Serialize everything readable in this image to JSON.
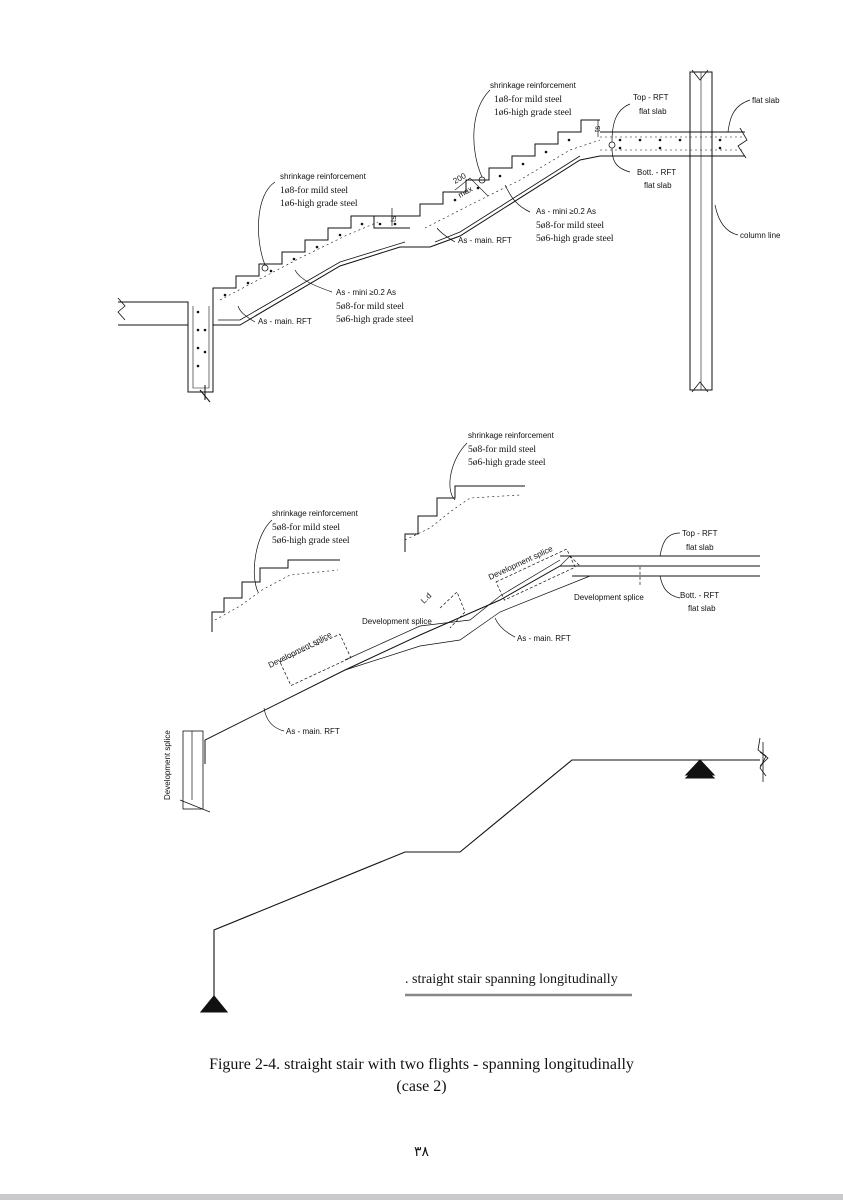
{
  "diagram1": {
    "shrinkage_top": [
      "shrinkage reinforcement",
      "1ø8-for mild steel",
      "1ø6-high grade steel"
    ],
    "shrinkage_left": [
      "shrinkage reinforcement",
      "1ø8-for mild steel",
      "1ø6-high grade steel"
    ],
    "top_rft": [
      "Top - RFT",
      "flat slab"
    ],
    "bott_rft": [
      "Bott. - RFT",
      "flat slab"
    ],
    "flat_slab": "flat slab",
    "column_line": "column line",
    "as_mini_upper": [
      "As - mini ≥0.2 As",
      "5ø8-for mild steel",
      "5ø6-high grade steel"
    ],
    "as_mini_lower": [
      "As - mini ≥0.2 As",
      "5ø8-for mild steel",
      "5ø6-high grade steel"
    ],
    "as_main_upper": "As - main. RFT",
    "as_main_lower": "As - main. RFT",
    "ts": "ts",
    "dim_200": "200",
    "dim_max": "max"
  },
  "diagram2": {
    "shrinkage_top": [
      "shrinkage reinforcement",
      "5ø8-for mild steel",
      "5ø6-high grade steel"
    ],
    "shrinkage_left": [
      "shrinkage reinforcement",
      "5ø8-for mild steel",
      "5ø6-high grade steel"
    ],
    "top_rft": [
      "Top - RFT",
      "flat slab"
    ],
    "bott_rft": [
      "Bott. - RFT",
      "flat slab"
    ],
    "dev_splice": "Development splice",
    "ld": "L.d",
    "as_main_upper": "As - main. RFT",
    "as_main_lower": "As - main. RFT"
  },
  "diagram3": {
    "subtitle": ". straight stair spanning longitudinally"
  },
  "caption": {
    "line1": "Figure 2-4. straight stair with two flights - spanning longitudinally",
    "line2": "(case 2)"
  },
  "page_number": "٣٨"
}
